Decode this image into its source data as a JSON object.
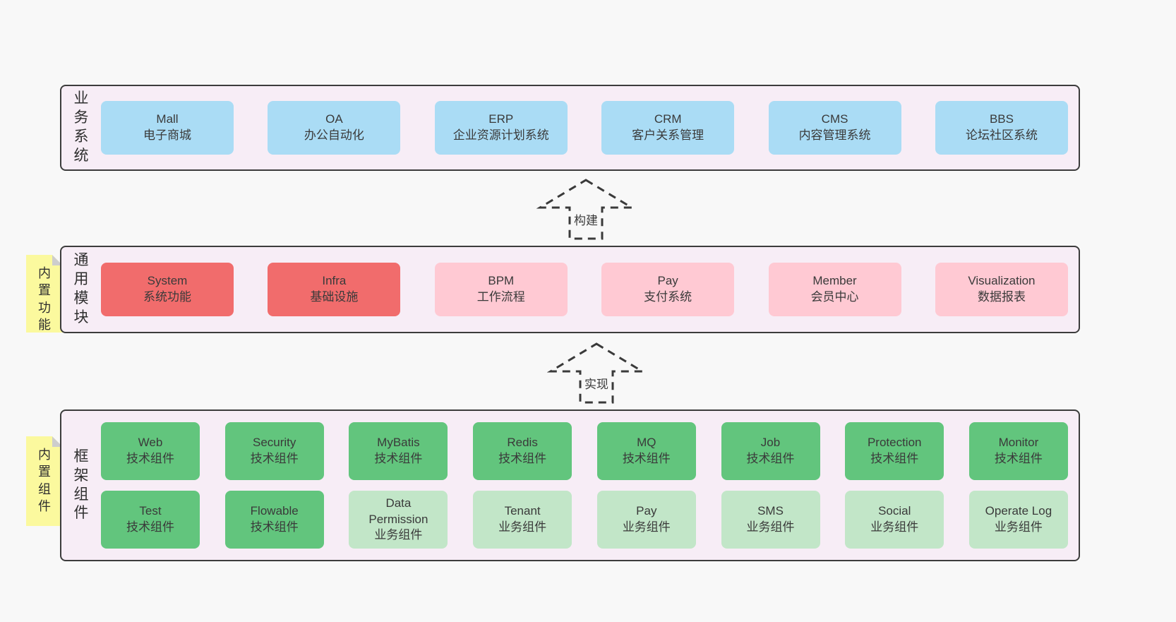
{
  "colors": {
    "blue": "#aadcf5",
    "red": "#f16c6c",
    "pink": "#ffc9d3",
    "green_dark": "#62c57d",
    "green_light": "#c2e6c8",
    "panel_bg": "#f7edf6",
    "panel_border": "#3c3c3c",
    "note_yellow": "#fbf99e",
    "text": "#3a3a3a"
  },
  "arrows": [
    {
      "label": "构建"
    },
    {
      "label": "实现"
    }
  ],
  "sections": [
    {
      "label": "业务系统",
      "boxes": [
        {
          "title": "Mall",
          "subtitle": "电子商城"
        },
        {
          "title": "OA",
          "subtitle": "办公自动化"
        },
        {
          "title": "ERP",
          "subtitle": "企业资源计划系统"
        },
        {
          "title": "CRM",
          "subtitle": "客户关系管理"
        },
        {
          "title": "CMS",
          "subtitle": "内容管理系统"
        },
        {
          "title": "BBS",
          "subtitle": "论坛社区系统"
        }
      ]
    },
    {
      "label": "通用模块",
      "note": "内置功能",
      "boxes": [
        {
          "title": "System",
          "subtitle": "系统功能"
        },
        {
          "title": "Infra",
          "subtitle": "基础设施"
        },
        {
          "title": "BPM",
          "subtitle": "工作流程"
        },
        {
          "title": "Pay",
          "subtitle": "支付系统"
        },
        {
          "title": "Member",
          "subtitle": "会员中心"
        },
        {
          "title": "Visualization",
          "subtitle": "数据报表"
        }
      ]
    },
    {
      "label": "框架组件",
      "note": "内置组件",
      "rows": [
        [
          {
            "title": "Web",
            "subtitle": "技术组件"
          },
          {
            "title": "Security",
            "subtitle": "技术组件"
          },
          {
            "title": "MyBatis",
            "subtitle": "技术组件"
          },
          {
            "title": "Redis",
            "subtitle": "技术组件"
          },
          {
            "title": "MQ",
            "subtitle": "技术组件"
          },
          {
            "title": "Job",
            "subtitle": "技术组件"
          },
          {
            "title": "Protection",
            "subtitle": "技术组件"
          },
          {
            "title": "Monitor",
            "subtitle": "技术组件"
          }
        ],
        [
          {
            "title": "Test",
            "subtitle": "技术组件"
          },
          {
            "title": "Flowable",
            "subtitle": "技术组件"
          },
          {
            "title": "Data Permission",
            "subtitle": "业务组件"
          },
          {
            "title": "Tenant",
            "subtitle": "业务组件"
          },
          {
            "title": "Pay",
            "subtitle": "业务组件"
          },
          {
            "title": "SMS",
            "subtitle": "业务组件"
          },
          {
            "title": "Social",
            "subtitle": "业务组件"
          },
          {
            "title": "Operate Log",
            "subtitle": "业务组件"
          }
        ]
      ]
    }
  ]
}
